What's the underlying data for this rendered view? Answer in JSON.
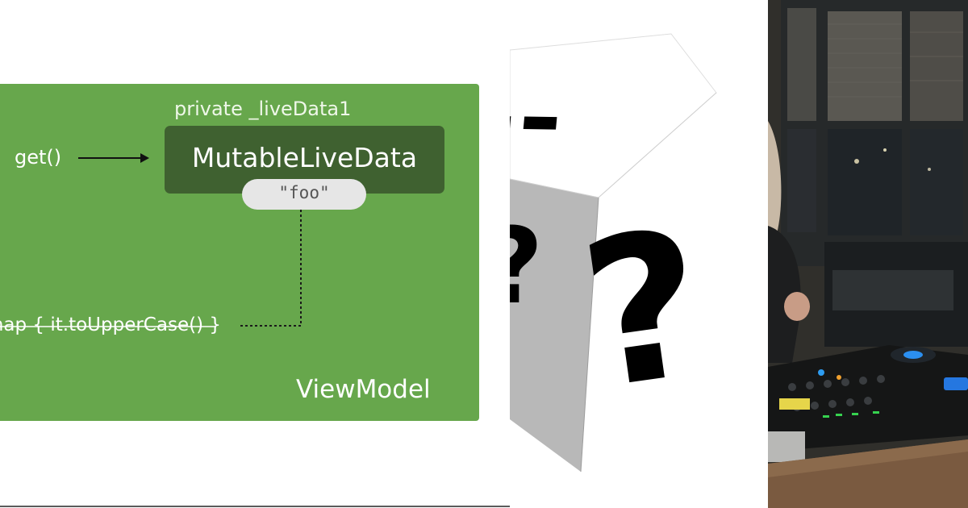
{
  "diagram": {
    "private_label": "private _liveData1",
    "get_label": "get()",
    "livedata_label": "MutableLiveData",
    "value_label": "\"foo\"",
    "map_label": "map { it.toUpperCase() }",
    "viewmodel_label": "ViewModel"
  },
  "mystery": {
    "glyph_top": "?",
    "glyph_right": "?",
    "glyph_left": "?"
  },
  "colors": {
    "viewmodel_green": "#67a74c",
    "livedata_green": "#3f6130",
    "pill_gray": "#e6e6e6"
  }
}
